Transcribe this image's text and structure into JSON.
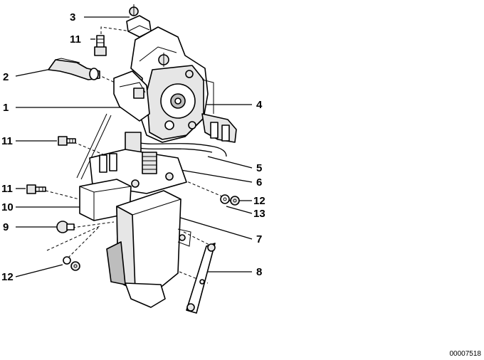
{
  "diagram": {
    "callouts": [
      {
        "id": "c3",
        "label": "3"
      },
      {
        "id": "c11a",
        "label": "11"
      },
      {
        "id": "c2",
        "label": "2"
      },
      {
        "id": "c1",
        "label": "1"
      },
      {
        "id": "c4",
        "label": "4"
      },
      {
        "id": "c11b",
        "label": "11"
      },
      {
        "id": "c5",
        "label": "5"
      },
      {
        "id": "c6",
        "label": "6"
      },
      {
        "id": "c11c",
        "label": "11"
      },
      {
        "id": "c12a",
        "label": "12"
      },
      {
        "id": "c10",
        "label": "10"
      },
      {
        "id": "c13",
        "label": "13"
      },
      {
        "id": "c9",
        "label": "9"
      },
      {
        "id": "c7",
        "label": "7"
      },
      {
        "id": "c8",
        "label": "8"
      },
      {
        "id": "c12b",
        "label": "12"
      }
    ],
    "reference_number": "00007518"
  }
}
